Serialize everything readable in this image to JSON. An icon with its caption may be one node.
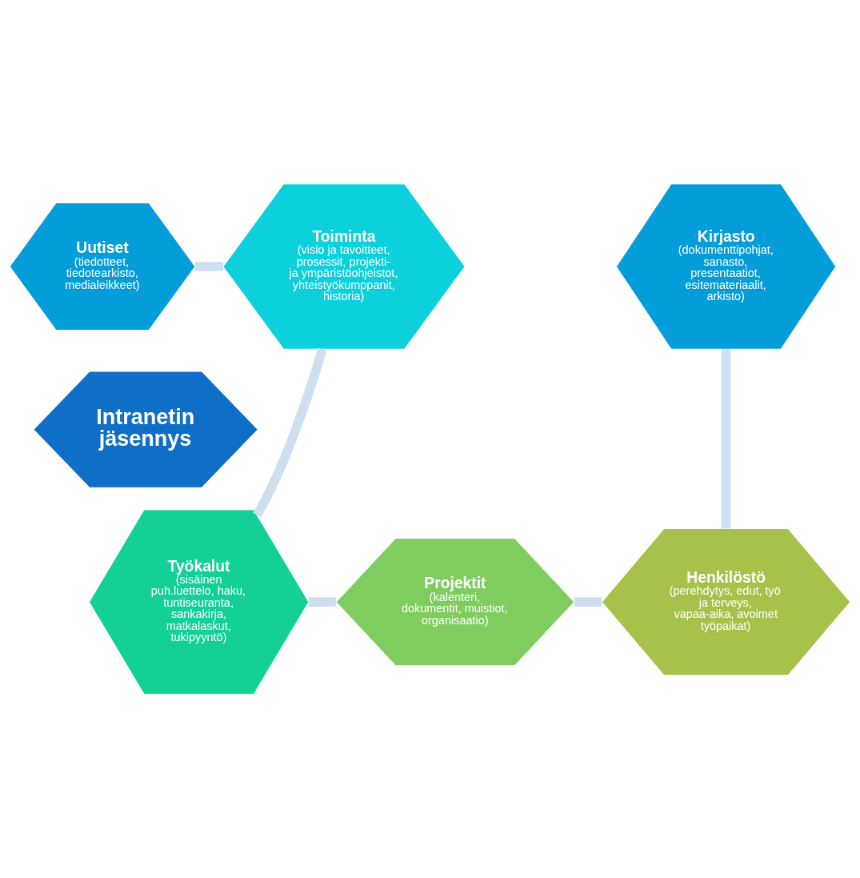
{
  "diagram": {
    "nodes": [
      {
        "text": [
          "Uutiset",
          "(tiedotteet, tiedotearkisto, medialeikkeet)"
        ]
      },
      {
        "text": [
          "Kirjasto",
          "(dokumenttipohjat, sanasto, presentaatiot, esitemateriaalit, arkisto)"
        ]
      },
      {
        "text": [
          "Toiminta",
          "(visio ja tavoitteet, prosessit, projekti- ja ympäristöohjeistot, yhteistyökumppanit, historia)"
        ]
      },
      {
        "text": [
          "Intranetin jäsennys"
        ]
      },
      {
        "text": [
          "Työkalut",
          "(sisäinen puh.luettelo, haku, tuntiseuranta, sankakirja, matkalaskut, tukipyyntö)"
        ]
      },
      {
        "text": [
          "Henkilöstö",
          "(perehdytys, edut, työ ja terveys, vapaa-aika, avoimet työpaikat)"
        ]
      },
      {
        "text": [
          "Projektit",
          "(kalenteri, dokumentit, muistiot, organisaatio)"
        ]
      }
    ],
    "edges": [
      {
        "from": 0,
        "to": 2,
        "arrow": "none",
        "color": "#cddff0"
      },
      {
        "from": 2,
        "to": 4,
        "arrow": "none",
        "color": "#cddff0"
      },
      {
        "from": 4,
        "to": 6,
        "arrow": "none",
        "color": "#cddff0"
      },
      {
        "from": 6,
        "to": 5,
        "arrow": "none",
        "color": "#cddff0"
      },
      {
        "from": 5,
        "to": 1,
        "arrow": "none",
        "color": "#cddff0"
      }
    ]
  }
}
